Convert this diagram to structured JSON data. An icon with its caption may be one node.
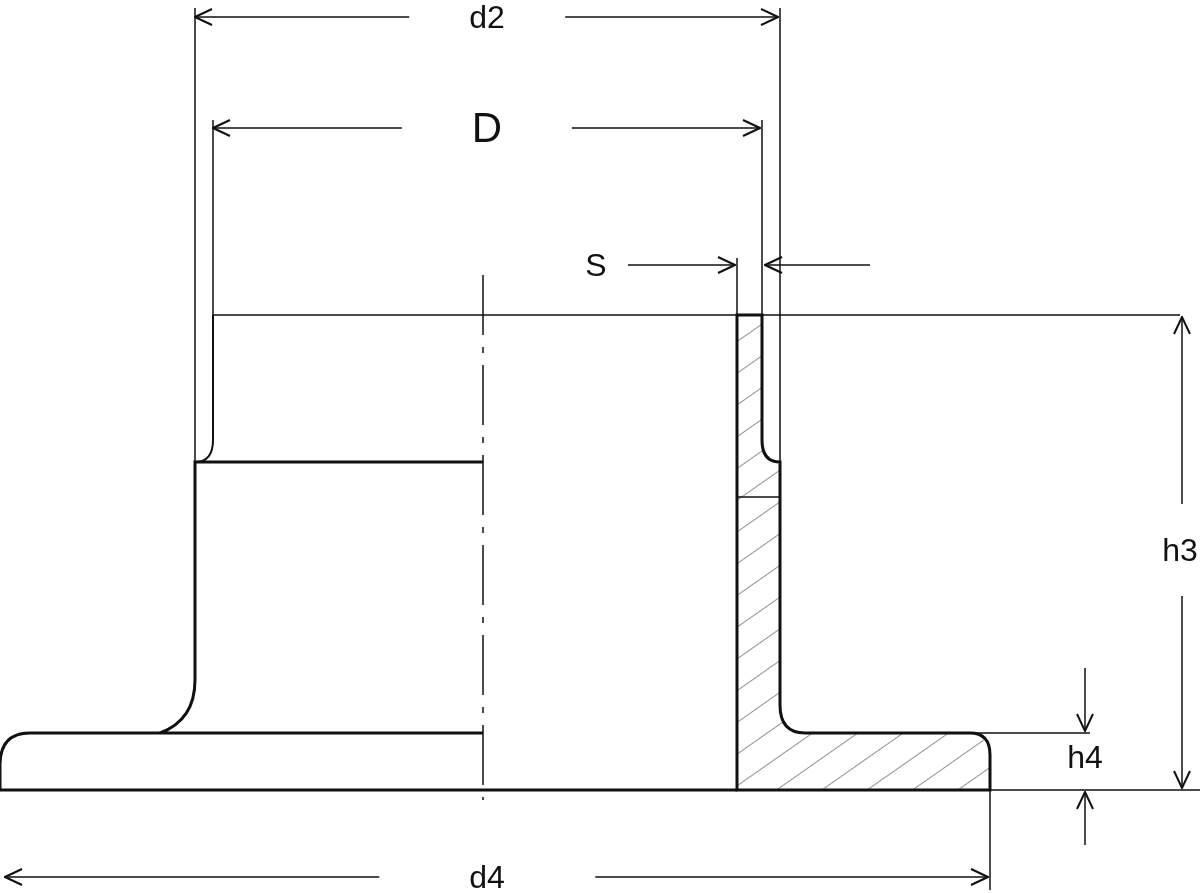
{
  "diagram": {
    "labels": [
      "d2",
      "D",
      "S",
      "h3",
      "h4",
      "d4"
    ]
  }
}
